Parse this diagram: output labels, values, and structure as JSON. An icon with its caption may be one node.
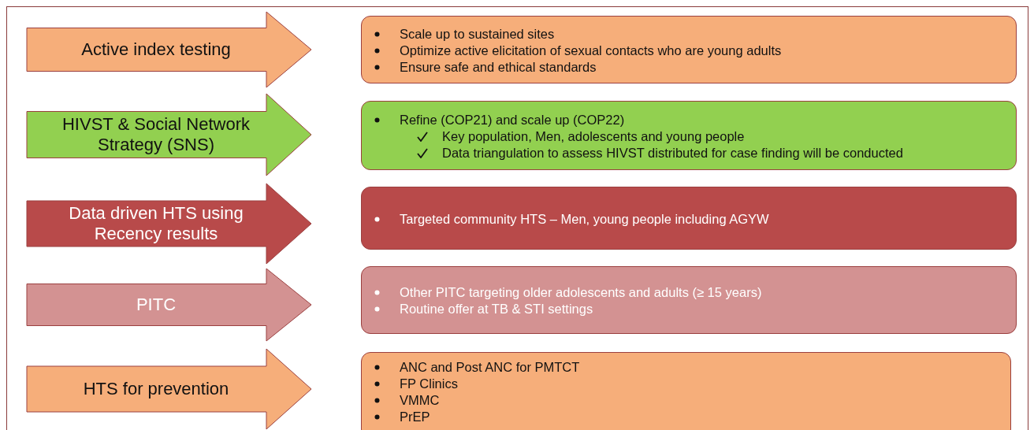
{
  "diagram": {
    "nodes": [
      {
        "text": [
          "Active index testing"
        ]
      },
      {
        "text": [
          "Scale up to sustained sites",
          "Optimize active elicitation of sexual contacts who are young adults",
          "Ensure safe and ethical standards"
        ]
      },
      {
        "text": [
          "HIVST & Social Network Strategy (SNS)"
        ]
      },
      {
        "text": [
          "Refine (COP21) and scale up (COP22)",
          "Key population, Men, adolescents and young people",
          "Data triangulation to assess HIVST distributed  for case finding will be conducted"
        ]
      },
      {
        "text": [
          "Data driven HTS using Recency results"
        ]
      },
      {
        "text": [
          "Targeted community HTS – Men, young people including AGYW"
        ]
      },
      {
        "text": [
          "PITC"
        ]
      },
      {
        "text": [
          "Other PITC targeting older adolescents and adults (≥ 15 years)",
          "Routine offer at TB & STI settings"
        ]
      },
      {
        "text": [
          "HTS for prevention"
        ]
      },
      {
        "text": [
          "ANC and Post ANC for PMTCT",
          "FP Clinics",
          "VMMC",
          "PrEP"
        ]
      }
    ]
  }
}
